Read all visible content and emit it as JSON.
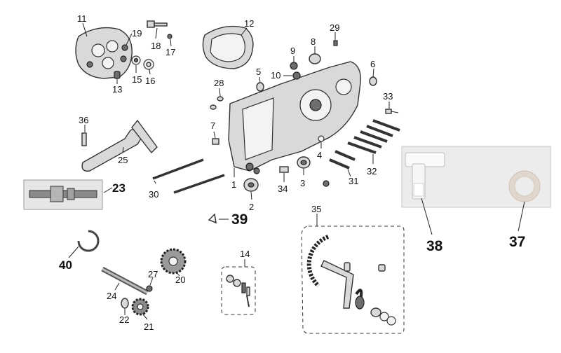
{
  "callouts": {
    "c1": "1",
    "c2": "2",
    "c3": "3",
    "c4": "4",
    "c5": "5",
    "c6": "6",
    "c7": "7",
    "c8": "8",
    "c9": "9",
    "c10": "10",
    "c11": "11",
    "c12": "12",
    "c13": "13",
    "c14": "14",
    "c15": "15",
    "c16": "16",
    "c17": "17",
    "c18": "18",
    "c19": "19",
    "c20": "20",
    "c21": "21",
    "c22": "22",
    "c23": "23",
    "c24": "24",
    "c25": "25",
    "c27": "27",
    "c28": "28",
    "c29": "29",
    "c30": "30",
    "c31": "31",
    "c32": "32",
    "c33": "33",
    "c34": "34",
    "c35": "35",
    "c36": "36",
    "c37": "37",
    "c38": "38",
    "c39": "39",
    "c40": "40"
  },
  "colors": {
    "line": "#222222",
    "part_fill": "#d9d9d9",
    "photo_bg": "#ececec"
  }
}
